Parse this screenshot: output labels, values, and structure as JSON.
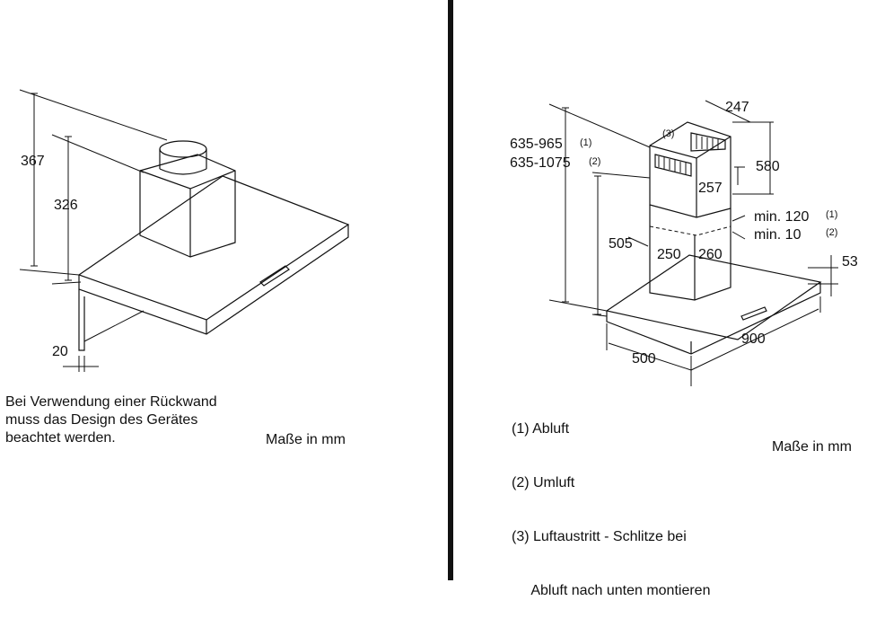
{
  "left_panel": {
    "dimensions": {
      "height_total": "367",
      "height_inner": "326",
      "wall_gap": "20"
    },
    "note_lines": [
      "Bei Verwendung einer Rückwand",
      "muss das Design des Gerätes",
      "beachtet werden."
    ],
    "units_label": "Maße in mm"
  },
  "right_panel": {
    "dimensions": {
      "height_range_1": "635-965",
      "height_range_1_ref": "(1)",
      "height_range_2": "635-1075",
      "height_range_2_ref": "(2)",
      "chimney_height": "505",
      "upper_chimney_height": "580",
      "chimney_width_top": "247",
      "chimney_depth_upper": "257",
      "chimney_width": "250",
      "chimney_depth": "260",
      "min_120": "min. 120",
      "min_120_ref": "(1)",
      "min_10": "min. 10",
      "min_10_ref": "(2)",
      "canopy_height": "53",
      "width": "900",
      "depth": "500",
      "slot_ref": "(3)"
    },
    "legend_lines": [
      "(1) Abluft",
      "(2) Umluft",
      "(3) Luftaustritt - Schlitze bei",
      "     Abluft nach unten montieren"
    ],
    "units_label": "Maße in mm"
  }
}
